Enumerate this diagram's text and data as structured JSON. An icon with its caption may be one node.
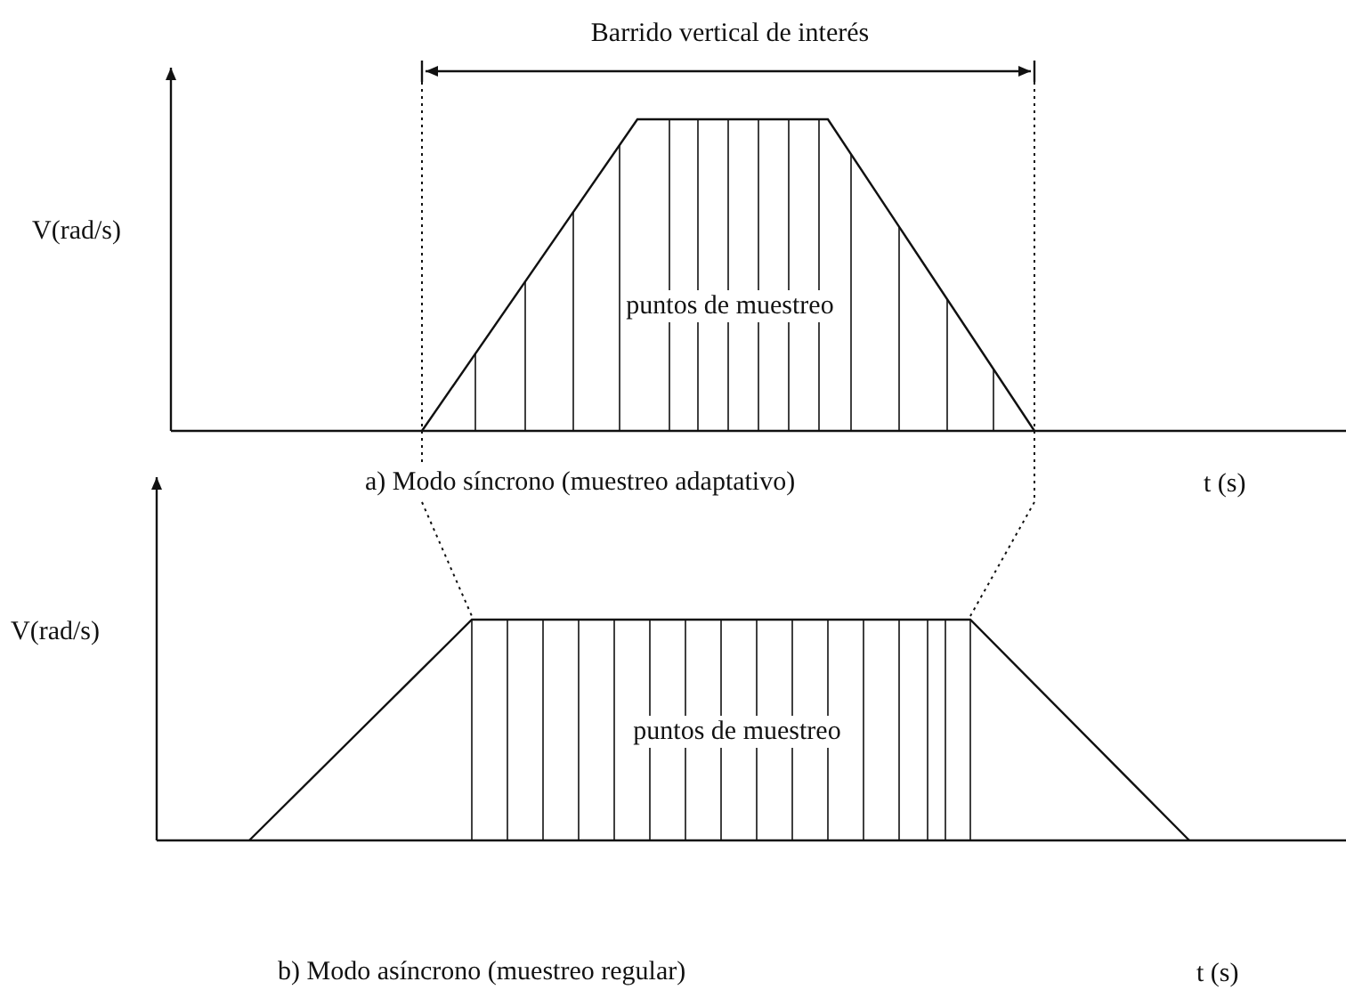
{
  "diagram": {
    "labels": [
      "Barrido vertical de interés",
      "V(rad/s)",
      "puntos de muestreo",
      "a) Modo síncrono (muestreo adaptativo)",
      "t (s)",
      "V(rad/s)",
      "puntos de muestreo",
      "b) Modo asíncrono (muestreo regular)",
      "t (s)"
    ]
  }
}
